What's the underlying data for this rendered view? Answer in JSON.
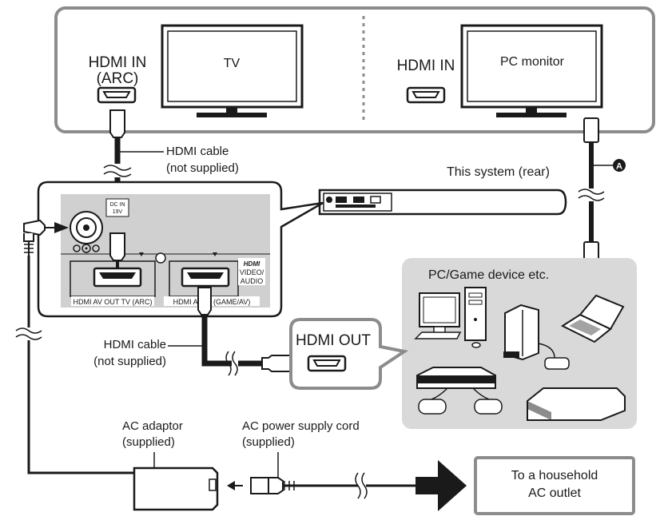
{
  "display_panel": {
    "tv": {
      "name": "TV",
      "port_label_line1": "HDMI IN",
      "port_label_line2": "(ARC)"
    },
    "monitor": {
      "name": "PC monitor",
      "port_label": "HDMI IN"
    }
  },
  "cables": {
    "hdmi_top_line1": "HDMI cable",
    "hdmi_top_line2": "(not supplied)",
    "hdmi_bottom_line1": "HDMI cable",
    "hdmi_bottom_line2": "(not supplied)",
    "callout_a": "A"
  },
  "system": {
    "label": "This system (rear)",
    "dc_in_label": "DC IN",
    "dc_in_voltage": "19V",
    "hdmi_out_tv_label": "HDMI AV OUT TV (ARC)",
    "hdmi_in_game_label": "HDMI AV IN (GAME/AV)",
    "hdmi_logo": "HDMI",
    "video_label": "VIDEO/",
    "audio_label": "AUDIO"
  },
  "devices": {
    "title": "PC/Game device etc.",
    "hdmi_out_label": "HDMI OUT"
  },
  "power": {
    "adaptor_line1": "AC adaptor",
    "adaptor_line2": "(supplied)",
    "cord_line1": "AC power supply cord",
    "cord_line2": "(supplied)",
    "outlet_line1": "To a household",
    "outlet_line2": "AC outlet"
  },
  "colors": {
    "line": "#1a1a1a",
    "panel_stroke": "#8c8c8c",
    "device_area": "#d9d9d9",
    "zoom_fill": "#d0d0d0"
  }
}
